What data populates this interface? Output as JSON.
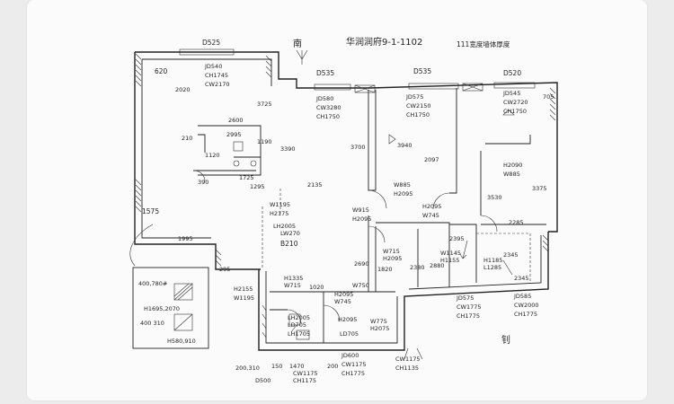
{
  "header": {
    "north_label": "南",
    "title": "华润润府9-1-1102",
    "note": "111宽度墙体厚度"
  },
  "dimensions": [
    {
      "id": "d01",
      "text": "D525"
    },
    {
      "id": "d02",
      "text": "620"
    },
    {
      "id": "d03",
      "text": "JD540"
    },
    {
      "id": "d04",
      "text": "CH1745"
    },
    {
      "id": "d05",
      "text": "CW2170"
    },
    {
      "id": "d06",
      "text": "2020"
    },
    {
      "id": "d07",
      "text": "3725"
    },
    {
      "id": "d08",
      "text": "2600"
    },
    {
      "id": "d09",
      "text": "210"
    },
    {
      "id": "d10",
      "text": "2995"
    },
    {
      "id": "d11",
      "text": "1190"
    },
    {
      "id": "d12",
      "text": "1120"
    },
    {
      "id": "d13",
      "text": "1725"
    },
    {
      "id": "d14",
      "text": "390"
    },
    {
      "id": "d15",
      "text": "1575"
    },
    {
      "id": "d16",
      "text": "1295"
    },
    {
      "id": "d17",
      "text": "1995"
    },
    {
      "id": "d18",
      "text": "295"
    },
    {
      "id": "d19",
      "text": "H2155"
    },
    {
      "id": "d20",
      "text": "W1195"
    },
    {
      "id": "d21",
      "text": "D535"
    },
    {
      "id": "d22",
      "text": "D535"
    },
    {
      "id": "d23",
      "text": "D520"
    },
    {
      "id": "d24",
      "text": "JD580"
    },
    {
      "id": "d25",
      "text": "CW3280"
    },
    {
      "id": "d26",
      "text": "CH1750"
    },
    {
      "id": "d27",
      "text": "JD575"
    },
    {
      "id": "d28",
      "text": "CW2150"
    },
    {
      "id": "d29",
      "text": "CH1750"
    },
    {
      "id": "d30",
      "text": "JD545"
    },
    {
      "id": "d31",
      "text": "CW2720"
    },
    {
      "id": "d32",
      "text": "CH1750"
    },
    {
      "id": "d33",
      "text": "705"
    },
    {
      "id": "d34",
      "text": "3390"
    },
    {
      "id": "d35",
      "text": "3700"
    },
    {
      "id": "d36",
      "text": "3940"
    },
    {
      "id": "d37",
      "text": "2135"
    },
    {
      "id": "d38",
      "text": "2097"
    },
    {
      "id": "d39",
      "text": "W885"
    },
    {
      "id": "d40",
      "text": "H2095"
    },
    {
      "id": "d41",
      "text": "H2090"
    },
    {
      "id": "d42",
      "text": "W885"
    },
    {
      "id": "d43",
      "text": "3375"
    },
    {
      "id": "d44",
      "text": "3530"
    },
    {
      "id": "d45",
      "text": "W1195"
    },
    {
      "id": "d46",
      "text": "H2175"
    },
    {
      "id": "d47",
      "text": "LH2005"
    },
    {
      "id": "d48",
      "text": "LW270"
    },
    {
      "id": "d49",
      "text": "B210"
    },
    {
      "id": "d50",
      "text": "W915"
    },
    {
      "id": "d51",
      "text": "H2095"
    },
    {
      "id": "d52",
      "text": "H2095"
    },
    {
      "id": "d53",
      "text": "W745"
    },
    {
      "id": "d54",
      "text": "2690"
    },
    {
      "id": "d55",
      "text": "2880"
    },
    {
      "id": "d56",
      "text": "2395"
    },
    {
      "id": "d57",
      "text": "H1185"
    },
    {
      "id": "d58",
      "text": "L1285"
    },
    {
      "id": "d59",
      "text": "2345"
    },
    {
      "id": "d60",
      "text": "1820"
    },
    {
      "id": "d61",
      "text": "W715"
    },
    {
      "id": "d62",
      "text": "H2095"
    },
    {
      "id": "d63",
      "text": "JD575"
    },
    {
      "id": "d64",
      "text": "CW1775"
    },
    {
      "id": "d65",
      "text": "CH1775"
    },
    {
      "id": "d66",
      "text": "JD585"
    },
    {
      "id": "d67",
      "text": "CW2000"
    },
    {
      "id": "d68",
      "text": "CH1775"
    },
    {
      "id": "d69",
      "text": "H2095"
    },
    {
      "id": "d70",
      "text": "W745"
    },
    {
      "id": "d71",
      "text": "H1335"
    },
    {
      "id": "d72",
      "text": "W715"
    },
    {
      "id": "d73",
      "text": "1020"
    },
    {
      "id": "d74",
      "text": "W750"
    },
    {
      "id": "d75",
      "text": "H2095"
    },
    {
      "id": "d76",
      "text": "LH2005"
    },
    {
      "id": "d77",
      "text": "LD705"
    },
    {
      "id": "d78",
      "text": "LH1705"
    },
    {
      "id": "d79",
      "text": "LD705"
    },
    {
      "id": "d80",
      "text": "W775"
    },
    {
      "id": "d81",
      "text": "H2075"
    },
    {
      "id": "d82",
      "text": "JD600"
    },
    {
      "id": "d83",
      "text": "CW1175"
    },
    {
      "id": "d84",
      "text": "CH1775"
    },
    {
      "id": "d85",
      "text": "CW1175"
    },
    {
      "id": "d86",
      "text": "CH1135"
    },
    {
      "id": "d87",
      "text": "200,310"
    },
    {
      "id": "d88",
      "text": "D500"
    },
    {
      "id": "d89",
      "text": "150"
    },
    {
      "id": "d90",
      "text": "200"
    },
    {
      "id": "d91",
      "text": "1470"
    },
    {
      "id": "d92",
      "text": "2345"
    },
    {
      "id": "d93",
      "text": "CW1175"
    },
    {
      "id": "d94",
      "text": "CH1175"
    },
    {
      "id": "d95",
      "text": "2380"
    },
    {
      "id": "d96",
      "text": "2285"
    },
    {
      "id": "d97",
      "text": "W1145"
    },
    {
      "id": "d98",
      "text": "H1155"
    }
  ],
  "inset": {
    "top_label": "400,780#",
    "mid_label": "H1695,2070",
    "bottom_label": "400 310",
    "bottom_sub": "H580,910"
  },
  "signature": "钊"
}
